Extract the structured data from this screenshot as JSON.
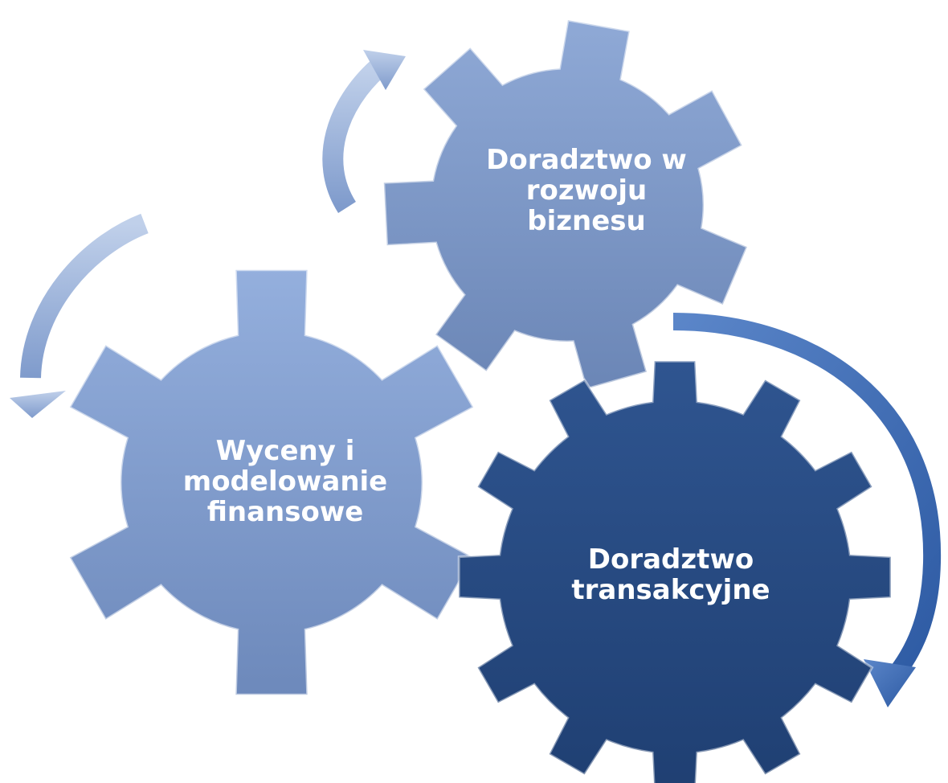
{
  "gears": {
    "top": {
      "label": "Doradztwo w\nrozwoju\nbiznesu",
      "color": "#7c96c4"
    },
    "left": {
      "label": "Wyceny i\nmodelowanie\nfinansowe",
      "color": "#7f9ccd"
    },
    "right": {
      "label": "Doradztwo\ntransakcyjne",
      "color": "#2b4c82"
    }
  },
  "arrows": {
    "light_color": "#93acd8",
    "dark_color": "#3e6cb5"
  }
}
